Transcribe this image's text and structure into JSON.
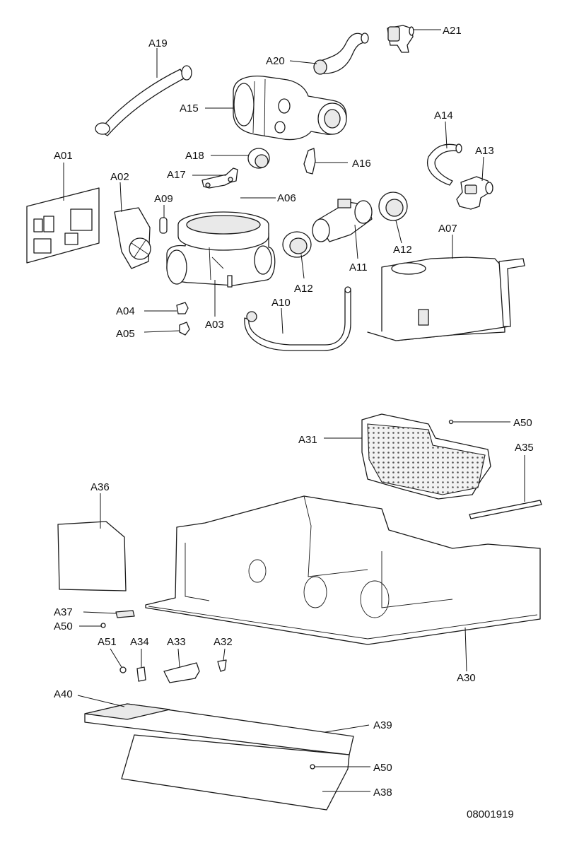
{
  "drawing_number": "08001919",
  "labels": {
    "A01": "A01",
    "A02": "A02",
    "A03": "A03",
    "A04": "A04",
    "A05": "A05",
    "A06": "A06",
    "A07": "A07",
    "A09": "A09",
    "A10": "A10",
    "A11": "A11",
    "A12a": "A12",
    "A12b": "A12",
    "A13": "A13",
    "A14": "A14",
    "A15": "A15",
    "A16": "A16",
    "A17": "A17",
    "A18": "A18",
    "A19": "A19",
    "A20": "A20",
    "A21": "A21",
    "A30": "A30",
    "A31": "A31",
    "A32": "A32",
    "A33": "A33",
    "A34": "A34",
    "A35": "A35",
    "A36": "A36",
    "A37": "A37",
    "A38": "A38",
    "A39": "A39",
    "A40": "A40",
    "A50a": "A50",
    "A50b": "A50",
    "A50c": "A50",
    "A51": "A51"
  }
}
